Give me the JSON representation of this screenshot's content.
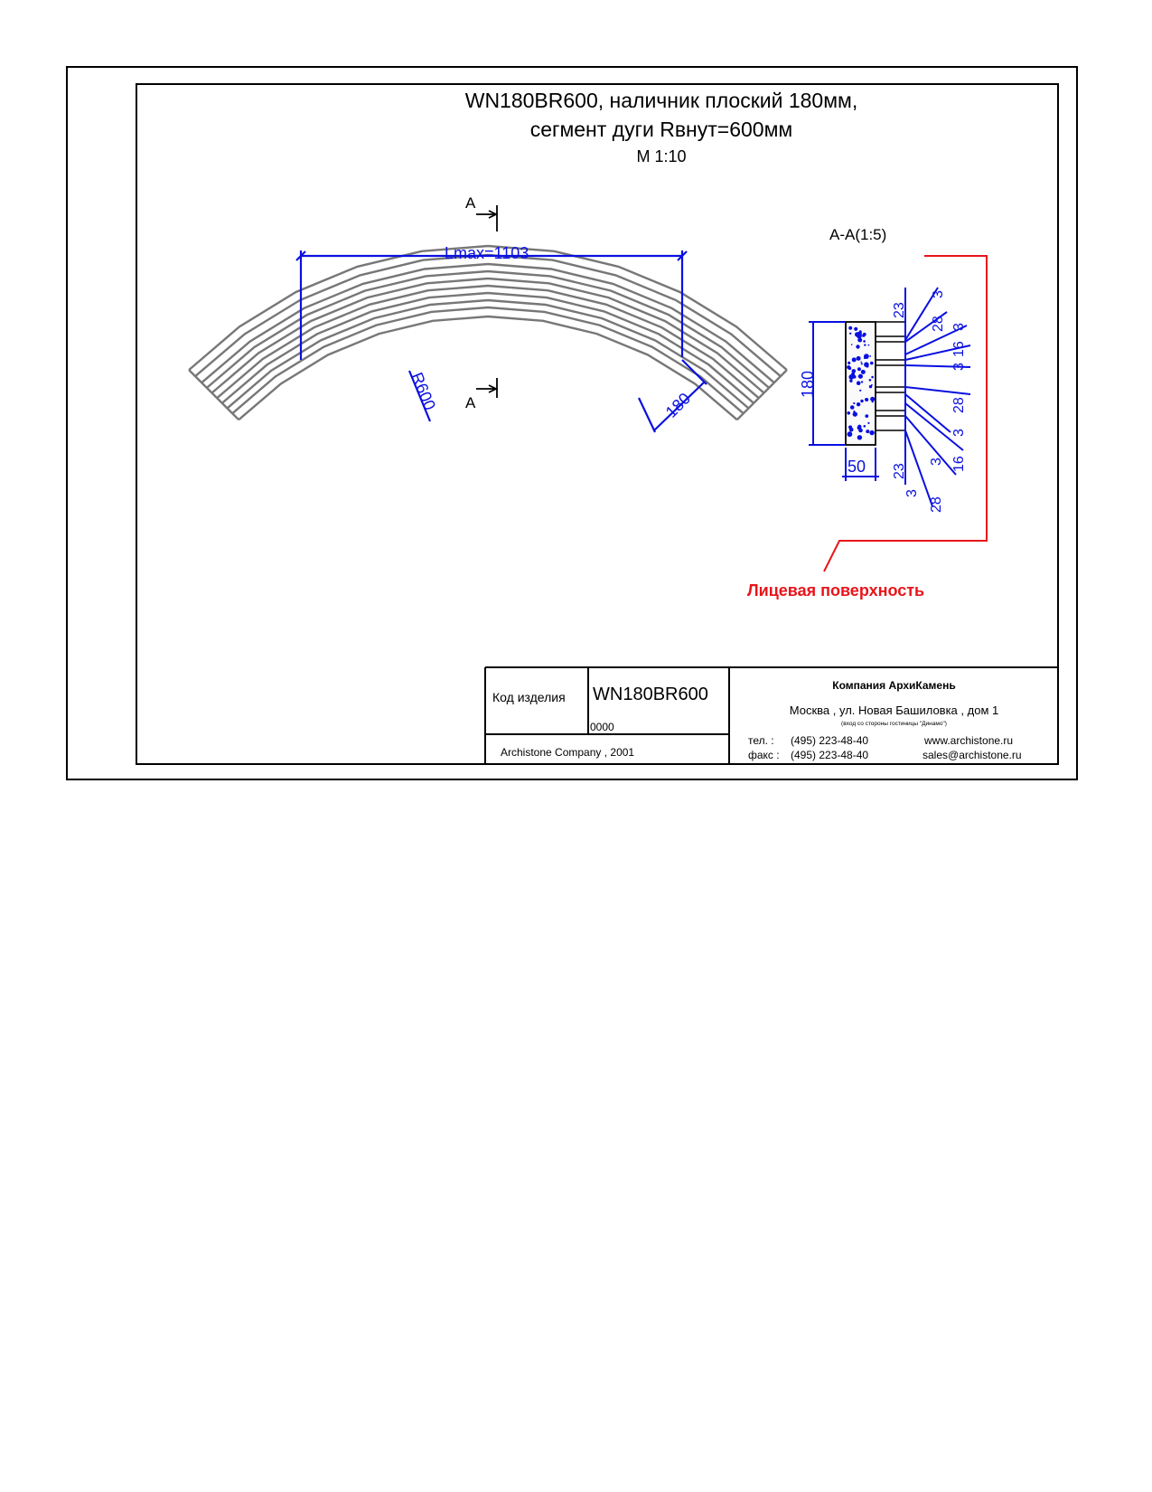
{
  "drawing": {
    "title_line1": "WN180BR600, наличник плоский 180мм,",
    "title_line2": "сегмент дуги Rвнут=600мм",
    "scale": "М 1:10",
    "section_mark": "А",
    "lmax_label": "Lmax=1103",
    "radius_label": "R600",
    "width_label": "180"
  },
  "section": {
    "title": "А-А(1:5)",
    "height_dim": "180",
    "width_dim": "50",
    "dims": {
      "d23_top": "23",
      "d3_a": "3",
      "d28_a": "28",
      "d3_b": "3",
      "d16_a": "16",
      "d3_c": "3",
      "d28_b": "28",
      "d3_d": "3",
      "d23_bottom": "23",
      "d3_e": "3",
      "d16_b": "16",
      "d3_f": "3",
      "d28_c": "28"
    },
    "face_label": "Лицевая поверхность"
  },
  "title_block": {
    "code_label": "Код изделия",
    "code_value": "WN180BR600",
    "number": "0000",
    "copyright": "Archistone  Company ,  2001",
    "company": "Компания  АрхиКамень",
    "address": "Москва , ул. Новая Башиловка , дом 1",
    "address_note": "(вход со стороны гостиницы \"Динамо\")",
    "phone_label": "тел.   :",
    "phone": "(495) 223-48-40",
    "fax_label": "факс :",
    "fax": "(495) 223-48-40",
    "website": "www.archistone.ru",
    "email": "sales@archistone.ru"
  },
  "colors": {
    "dimension": "#0a10e0",
    "face_marker": "#e8141b",
    "stone_hatch": "#777777"
  }
}
